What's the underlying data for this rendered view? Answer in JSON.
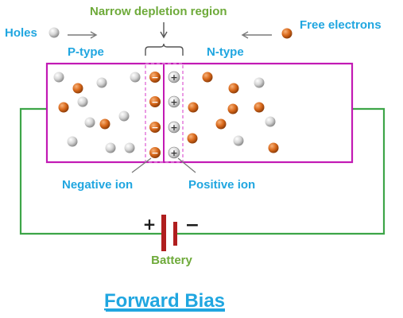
{
  "labels": {
    "holes": "Holes",
    "narrow_depletion_region": "Narrow depletion region",
    "free_electrons": "Free electrons",
    "p_type": "P-type",
    "n_type": "N-type",
    "negative_ion": "Negative ion",
    "positive_ion": "Positive ion",
    "battery_plus": "+",
    "battery_minus": "−",
    "battery": "Battery",
    "caption": "Forward Bias"
  },
  "ion_signs": {
    "negative": "−",
    "positive": "+"
  },
  "colors": {
    "blue_text": "#20a6e0",
    "green_text": "#6eaa3a",
    "crystal_border": "#c21ab4",
    "depletion_dash": "#e070d8",
    "circuit_wire": "#3da548",
    "battery_plate": "#b01e1e",
    "electron": "#d9691b",
    "hole": "#cfcfcf"
  },
  "icons": [
    "hole-dot-icon",
    "electron-dot-icon",
    "arrow-right-icon",
    "arrow-left-icon",
    "arrow-down-icon",
    "negative-ion-icon",
    "positive-ion-icon",
    "battery-icon"
  ]
}
